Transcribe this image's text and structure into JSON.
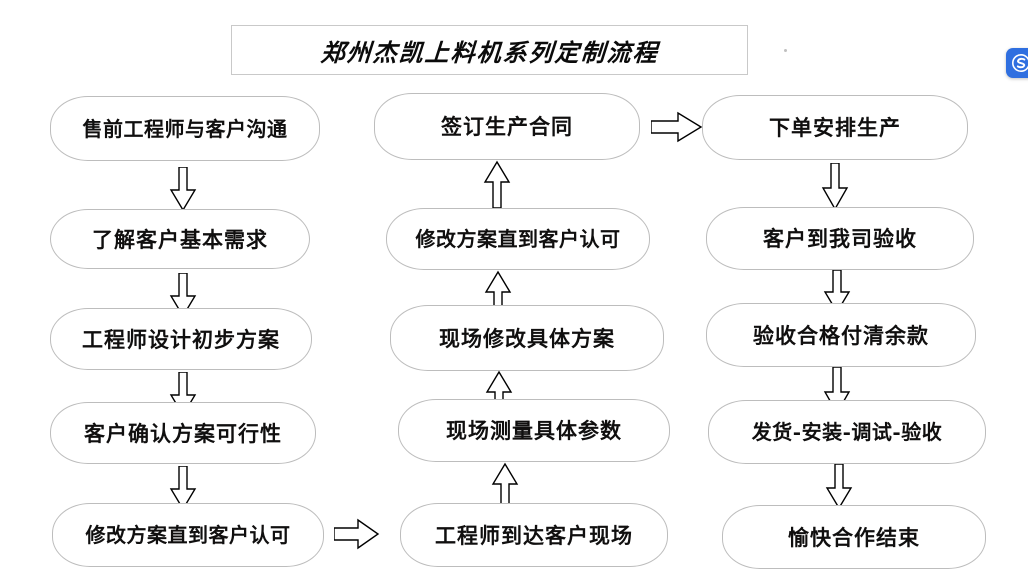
{
  "title": {
    "text": "郑州杰凯上料机系列定制流程"
  },
  "watermark": {
    "icon": "s-logo-badge-icon",
    "color": "#2f6fe0"
  },
  "colors": {
    "node_border": "#bdbdbd",
    "title_border": "#c9c9c9",
    "text": "#100f0f",
    "arrow_stroke": "#000000",
    "background": "#ffffff"
  },
  "columns": [
    {
      "id": "column-1",
      "flow_direction": "down",
      "nodes": [
        {
          "id": "n1",
          "label": "售前工程师与客户沟通"
        },
        {
          "id": "n2",
          "label": "了解客户基本需求"
        },
        {
          "id": "n3",
          "label": "工程师设计初步方案"
        },
        {
          "id": "n4",
          "label": "客户确认方案可行性"
        },
        {
          "id": "n5",
          "label": "修改方案直到客户认可"
        }
      ]
    },
    {
      "id": "column-2",
      "flow_direction": "up",
      "nodes": [
        {
          "id": "n10",
          "label": "签订生产合同"
        },
        {
          "id": "n9",
          "label": "修改方案直到客户认可"
        },
        {
          "id": "n8",
          "label": "现场修改具体方案"
        },
        {
          "id": "n7",
          "label": "现场测量具体参数"
        },
        {
          "id": "n6",
          "label": "工程师到达客户现场"
        }
      ]
    },
    {
      "id": "column-3",
      "flow_direction": "down",
      "nodes": [
        {
          "id": "n11",
          "label": "下单安排生产"
        },
        {
          "id": "n12",
          "label": "客户到我司验收"
        },
        {
          "id": "n13",
          "label": "验收合格付清余款"
        },
        {
          "id": "n14",
          "label": "发货-安装-调试-验收"
        },
        {
          "id": "n15",
          "label": "愉快合作结束"
        }
      ]
    }
  ],
  "connectors": [
    {
      "id": "c1",
      "name": "arrow-down-c1-1",
      "direction": "down"
    },
    {
      "id": "c2",
      "name": "arrow-down-c1-2",
      "direction": "down"
    },
    {
      "id": "c3",
      "name": "arrow-down-c1-3",
      "direction": "down"
    },
    {
      "id": "c4",
      "name": "arrow-down-c1-4",
      "direction": "down"
    },
    {
      "id": "c5",
      "name": "arrow-right-col1-to-col2",
      "direction": "right"
    },
    {
      "id": "c6",
      "name": "arrow-up-c2-1",
      "direction": "up"
    },
    {
      "id": "c7",
      "name": "arrow-up-c2-2",
      "direction": "up"
    },
    {
      "id": "c8",
      "name": "arrow-up-c2-3",
      "direction": "up"
    },
    {
      "id": "c9",
      "name": "arrow-up-c2-4",
      "direction": "up"
    },
    {
      "id": "c10",
      "name": "arrow-right-col2-to-col3",
      "direction": "right"
    },
    {
      "id": "c11",
      "name": "arrow-down-c3-1",
      "direction": "down"
    },
    {
      "id": "c12",
      "name": "arrow-down-c3-2",
      "direction": "down"
    },
    {
      "id": "c13",
      "name": "arrow-down-c3-3",
      "direction": "down"
    },
    {
      "id": "c14",
      "name": "arrow-down-c3-4",
      "direction": "down"
    }
  ]
}
